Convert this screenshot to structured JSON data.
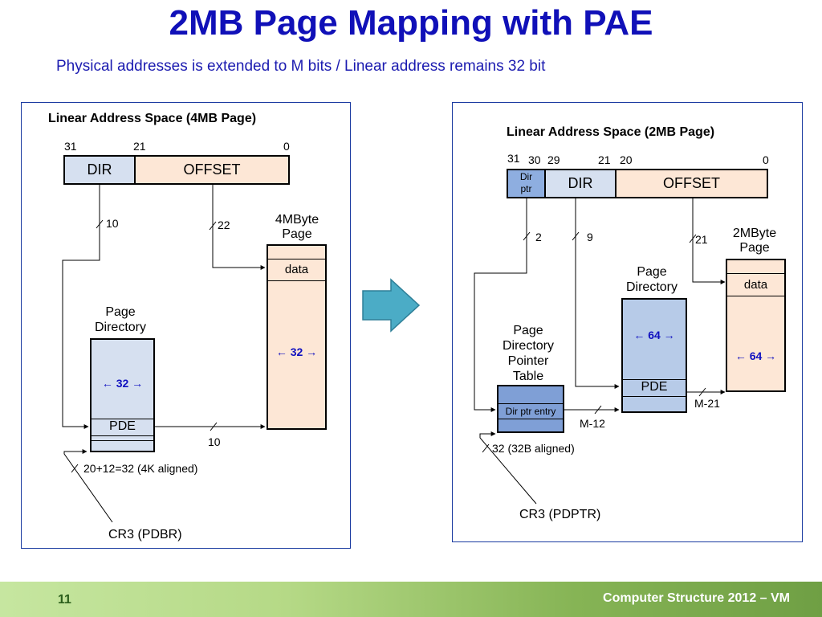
{
  "slide": {
    "title": "2MB Page Mapping with PAE",
    "subtitle": "Physical addresses is extended to M bits / Linear address remains 32 bit",
    "page_number": "11",
    "footer_text": "Computer Structure 2012 – VM"
  },
  "left": {
    "heading": "Linear Address Space (4MB Page)",
    "bits": {
      "b31": "31",
      "b21": "21",
      "b0": "0"
    },
    "dir": "DIR",
    "offset": "OFFSET",
    "w_dir": "10",
    "w_offset": "22",
    "page_title_1": "4MByte",
    "page_title_2": "Page",
    "data": "data",
    "page_width": "← 32 →",
    "pd_title_1": "Page",
    "pd_title_2": "Directory",
    "pd_width": "← 32 →",
    "pde": "PDE",
    "w_pde": "10",
    "cr3_note": "20+12=32  (4K aligned)",
    "cr3": "CR3 (PDBR)"
  },
  "right": {
    "heading": "Linear Address Space (2MB Page)",
    "bits": {
      "b31": "31",
      "b30": "30",
      "b29": "29",
      "b21": "21",
      "b20": "20",
      "b0": "0"
    },
    "dirptr_1": "Dir",
    "dirptr_2": "ptr",
    "dir": "DIR",
    "offset": "OFFSET",
    "w_dirptr": "2",
    "w_dir": "9",
    "w_offset": "21",
    "page_title_1": "2MByte",
    "page_title_2": "Page",
    "data": "data",
    "page_width": "← 64 →",
    "pd_title_1": "Page",
    "pd_title_2": "Directory",
    "pd_width": "← 64 →",
    "pde": "PDE",
    "w_pde": "M-21",
    "pdpt_title_1": "Page",
    "pdpt_title_2": "Directory",
    "pdpt_title_3": "Pointer",
    "pdpt_title_4": "Table",
    "pdpt_entry": "Dir ptr entry",
    "w_pdpt": "M-12",
    "cr3_note": "32  (32B aligned)",
    "cr3": "CR3 (PDPTR)"
  },
  "colors": {
    "title": "#1010b8",
    "dir_fill": "#d6e0f0",
    "offset_fill": "#fde7d6",
    "dirptr_fill": "#8eaee0",
    "pd_fill": "#b7cbe8",
    "pdpt_fill": "#7f9fd6",
    "arrow_fill": "#4bacc6"
  }
}
